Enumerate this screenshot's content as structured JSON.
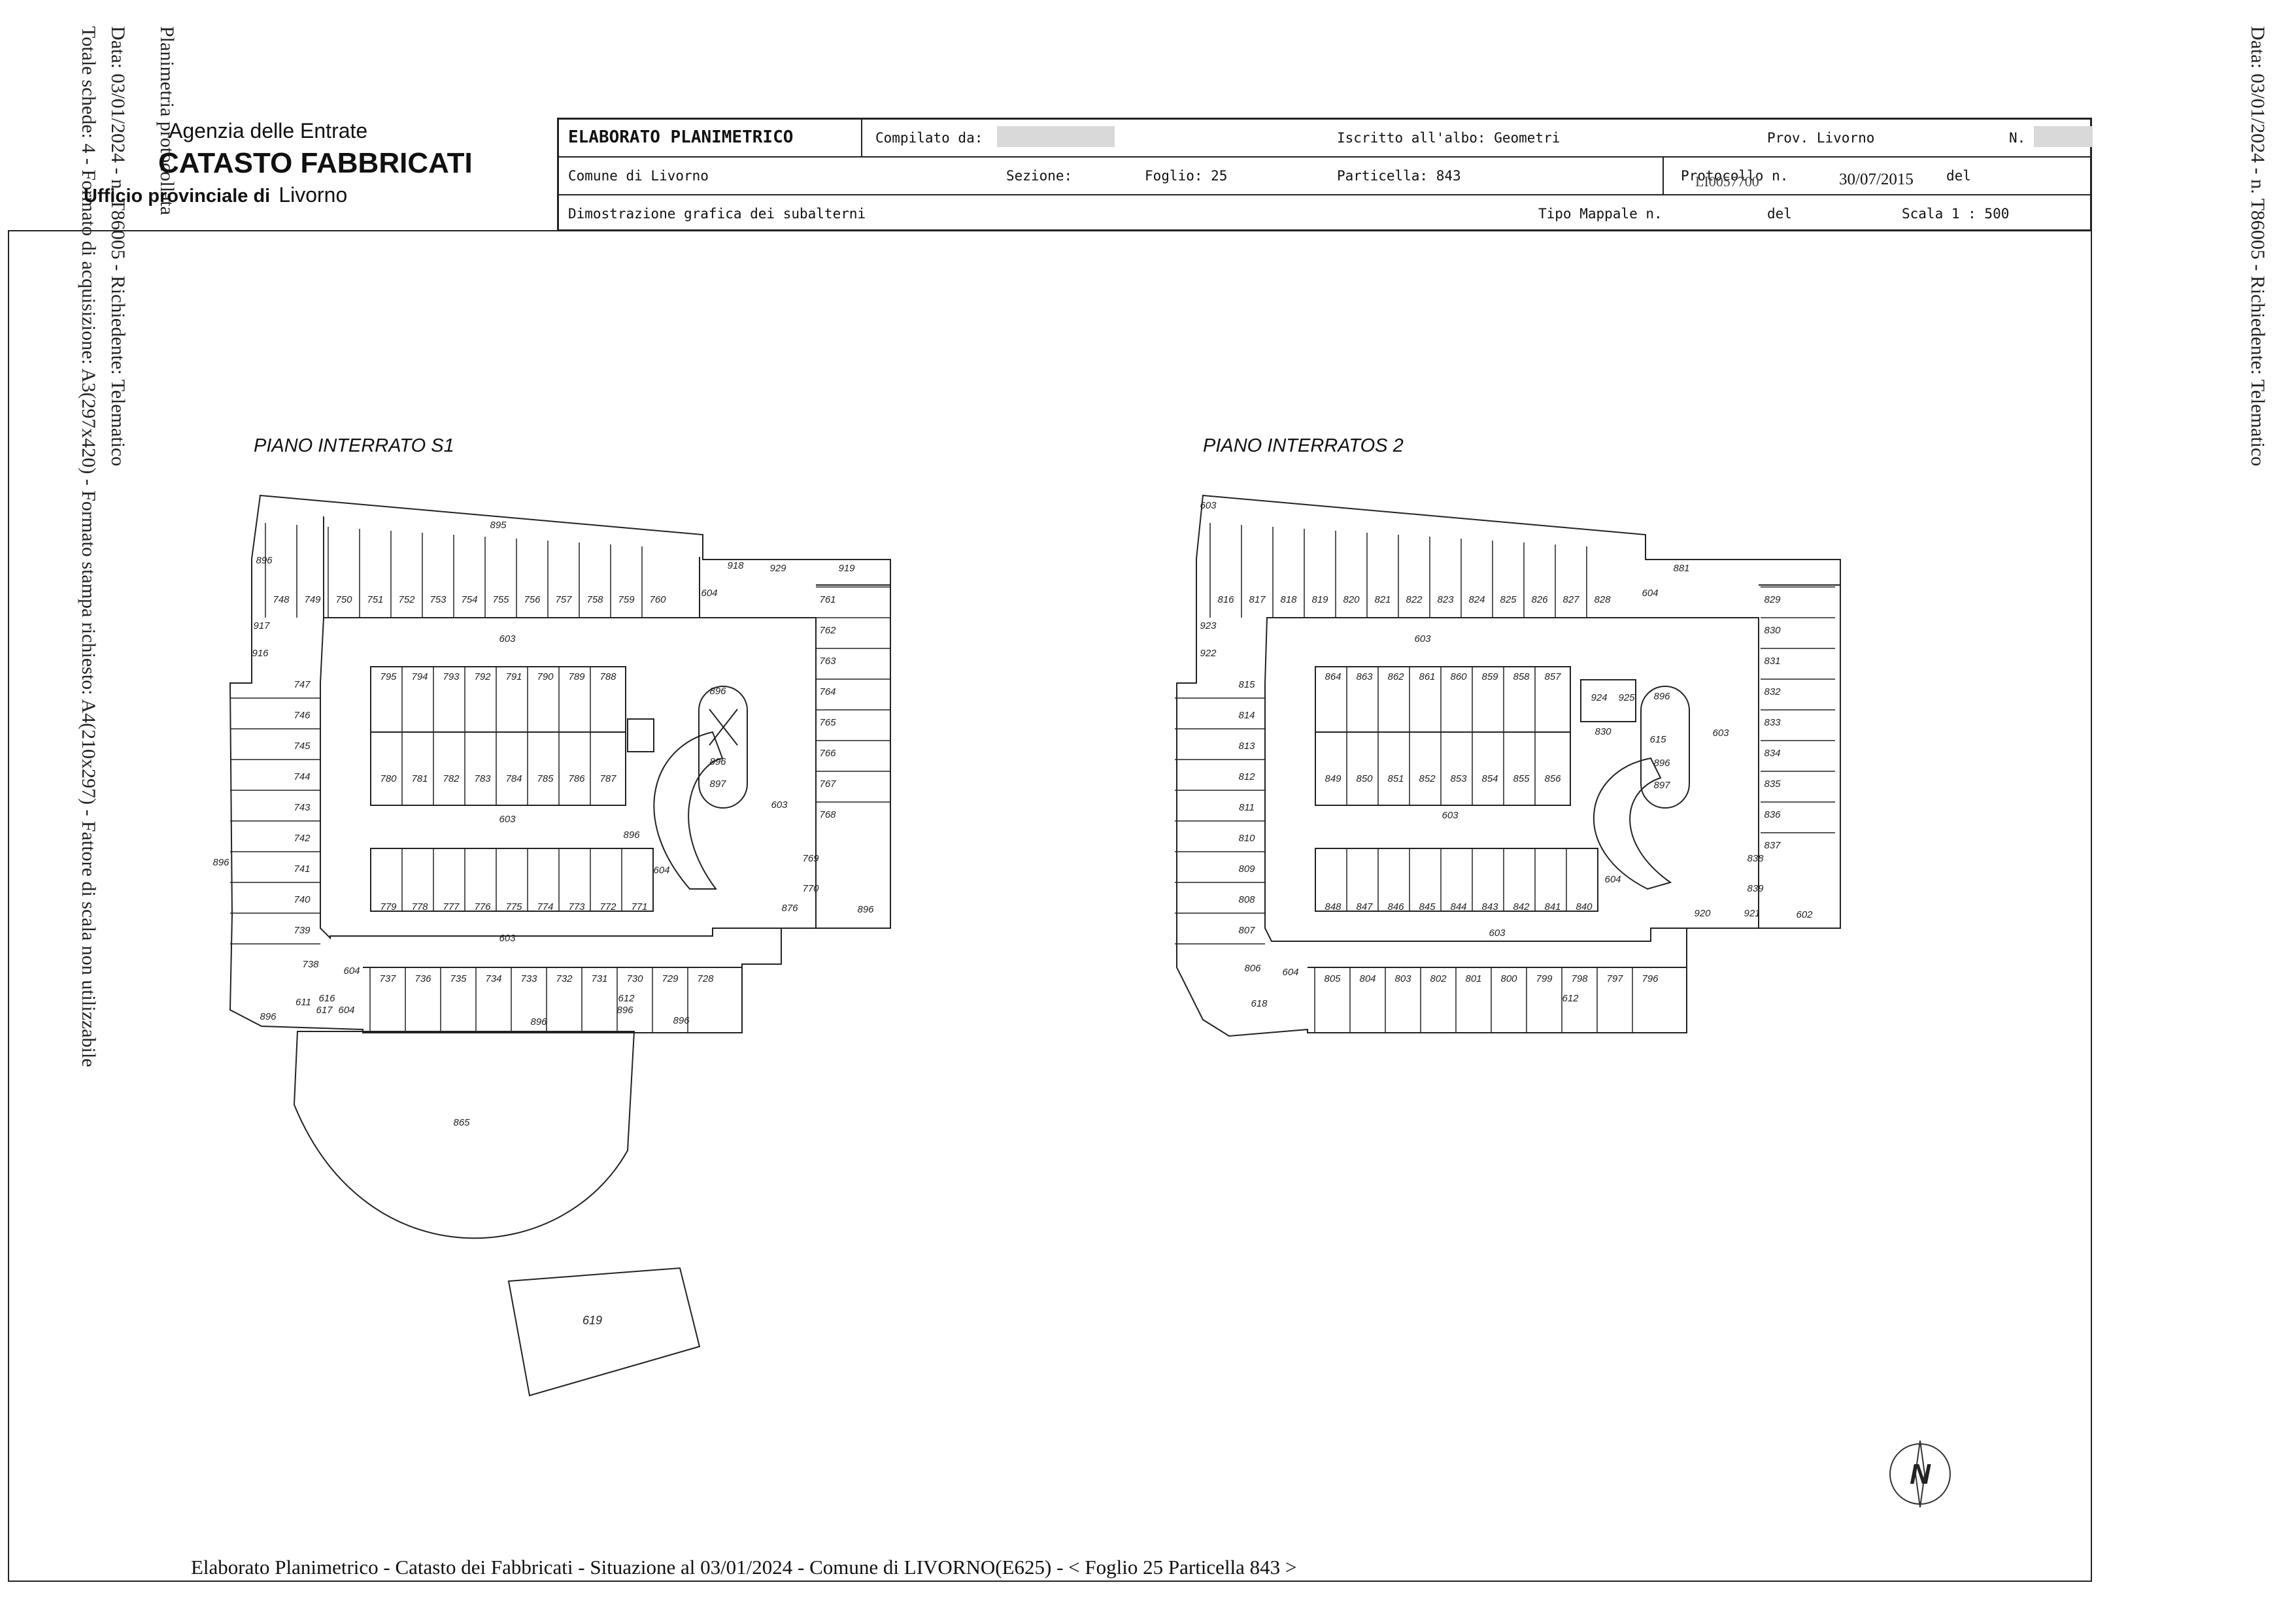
{
  "side_left": {
    "line1": "Planimetria protocollata",
    "line2": "Data: 03/01/2024 - n. T86005 - Richiedente: Telematico",
    "line3": "Totale schede: 4 - Formato di acquisizione: A3(297x420) - Formato stampa richiesto: A4(210x297) - Fattore di scala non utilizzabile"
  },
  "side_right": {
    "line1": "Data: 03/01/2024 - n. T86005 - Richiedente: Telematico"
  },
  "logo": {
    "agency": "Agenzia delle Entrate",
    "catasto": "CATASTO FABBRICATI",
    "ufficio": "Ufficio provinciale di",
    "city": "Livorno"
  },
  "header": {
    "title": "ELABORATO PLANIMETRICO",
    "compilato": "Compilato da:",
    "iscritto": "Iscritto all'albo: Geometri",
    "prov": "Prov. Livorno",
    "n": "N.",
    "comune": "Comune di Livorno",
    "sezione": "Sezione:",
    "foglio": "Foglio: 25",
    "particella": "Particella: 843",
    "protocollo": "Protocollo n.",
    "protocollo_number": "LI0057700",
    "protocollo_date": "30/07/2015",
    "del1": "del",
    "dimostrazione": "Dimostrazione grafica dei subalterni",
    "tipo_mappale": "Tipo Mappale n.",
    "del2": "del",
    "scala": "Scala 1 : 500"
  },
  "plans": {
    "s1": {
      "title": "PIANO INTERRATO S1",
      "top_row": [
        "748",
        "749",
        "750",
        "751",
        "752",
        "753",
        "754",
        "755",
        "756",
        "757",
        "758",
        "759",
        "760"
      ],
      "right_col": [
        "761",
        "762",
        "763",
        "764",
        "765",
        "766",
        "767",
        "768"
      ],
      "left_col": [
        "747",
        "746",
        "745",
        "744",
        "743",
        "742",
        "741",
        "740",
        "739"
      ],
      "island1_top": [
        "795",
        "794",
        "793",
        "792",
        "791",
        "790",
        "789",
        "788"
      ],
      "island1_bot": [
        "780",
        "781",
        "782",
        "783",
        "784",
        "785",
        "786",
        "787"
      ],
      "island2": [
        "779",
        "778",
        "777",
        "776",
        "775",
        "774",
        "773",
        "772",
        "771"
      ],
      "bottom_row": [
        "737",
        "736",
        "735",
        "734",
        "733",
        "732",
        "731",
        "730",
        "729",
        "728"
      ],
      "right_low": [
        "769",
        "770"
      ],
      "labels": {
        "l895": "895",
        "l896": "896",
        "l603": "603",
        "l604": "604",
        "l918": "918",
        "l929": "929",
        "l919": "919",
        "l917": "917",
        "l916": "916",
        "l738": "738",
        "l617": "617",
        "l616": "616",
        "l611": "611",
        "l612": "612",
        "l876": "876",
        "l897": "897",
        "l865": "865",
        "l619": "619"
      }
    },
    "s2": {
      "title": "PIANO INTERRATOS 2",
      "top_row": [
        "816",
        "817",
        "818",
        "819",
        "820",
        "821",
        "822",
        "823",
        "824",
        "825",
        "826",
        "827",
        "828"
      ],
      "right_col": [
        "829",
        "830",
        "831",
        "832",
        "833",
        "834",
        "835",
        "836",
        "837"
      ],
      "left_col": [
        "815",
        "814",
        "813",
        "812",
        "811",
        "810",
        "809",
        "808",
        "807"
      ],
      "island1_top": [
        "864",
        "863",
        "862",
        "861",
        "860",
        "859",
        "858",
        "857"
      ],
      "island1_bot": [
        "849",
        "850",
        "851",
        "852",
        "853",
        "854",
        "855",
        "856"
      ],
      "island2": [
        "848",
        "847",
        "846",
        "845",
        "844",
        "843",
        "842",
        "841",
        "840"
      ],
      "bottom_row": [
        "805",
        "804",
        "803",
        "802",
        "801",
        "800",
        "799",
        "798",
        "797",
        "796"
      ],
      "right_low": [
        "838",
        "839"
      ],
      "labels": {
        "l603": "603",
        "l604": "604",
        "l881": "881",
        "l923": "923",
        "l922": "922",
        "l924": "924",
        "l925": "925",
        "l896": "896",
        "l830": "830",
        "l615": "615",
        "l897": "897",
        "l920": "920",
        "l921": "921",
        "l602": "602",
        "l806": "806",
        "l618": "618",
        "l612": "612"
      }
    }
  },
  "compass_letter": "N",
  "footer": "Elaborato Planimetrico - Catasto dei Fabbricati - Situazione al 03/01/2024 - Comune di LIVORNO(E625) - < Foglio 25 Particella 843 >"
}
